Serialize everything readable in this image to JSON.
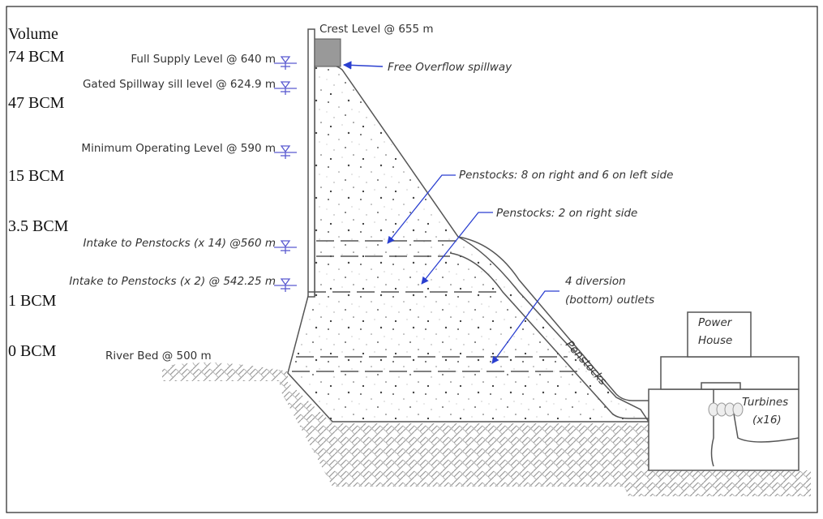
{
  "volume_axis": {
    "title": "Volume",
    "ticks": [
      "74 BCM",
      "47 BCM",
      "15 BCM",
      "3.5 BCM",
      "1 BCM",
      "0 BCM"
    ]
  },
  "levels": [
    {
      "label": "Full Supply Level @ 640 m",
      "elevation_m": 640
    },
    {
      "label": "Gated Spillway sill level @ 624.9 m",
      "elevation_m": 624.9
    },
    {
      "label": "Minimum Operating Level @ 590 m",
      "elevation_m": 590
    },
    {
      "label": "Intake to Penstocks (x 14) @560 m",
      "elevation_m": 560
    },
    {
      "label": "Intake to Penstocks (x 2) @ 542.25 m",
      "elevation_m": 542.25
    }
  ],
  "river_bed": "River Bed @ 500 m",
  "crest": "Crest Level @ 655 m",
  "annotations": {
    "spillway": "Free Overflow spillway",
    "penstocks_main": "Penstocks: 8 on right and 6 on left side",
    "penstocks_right": "Penstocks: 2 on right side",
    "diversion_line1": "4 diversion",
    "diversion_line2": "(bottom) outlets",
    "penstocks_label": "Penstocks",
    "powerhouse_line1": "Power",
    "powerhouse_line2": "House",
    "turbines_line1": "Turbines",
    "turbines_line2": "(x16)"
  },
  "colors": {
    "arrow": "#2a3fd0",
    "water_symbol": "#5a5ad0",
    "crest": "#999999"
  }
}
